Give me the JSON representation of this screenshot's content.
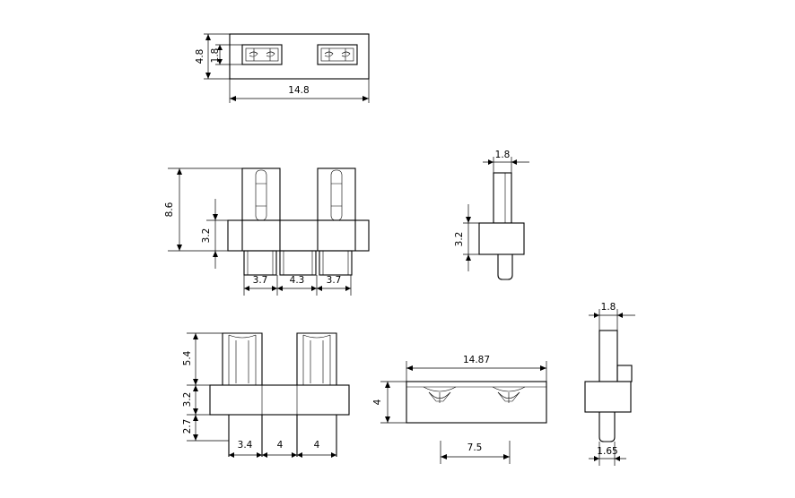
{
  "drawing": {
    "top_view": {
      "height_total": "4.8",
      "height_slot": "1.8",
      "width": "14.8"
    },
    "front_view": {
      "height_total": "8.6",
      "height_base": "3.2",
      "pitch_left": "3.7",
      "pitch_mid": "4.3",
      "pitch_right": "3.7"
    },
    "side_view": {
      "width_top": "1.8",
      "height_base": "3.2"
    },
    "bottom_front_view": {
      "height_top": "5.4",
      "height_mid": "3.2",
      "height_bottom": "2.7",
      "pitch_a": "3.4",
      "pitch_b": "4",
      "pitch_c": "4"
    },
    "bottom_plan_view": {
      "width": "14.87",
      "height": "4",
      "pin_spacing": "7.5"
    },
    "bottom_side_view": {
      "width_top": "1.8",
      "width_bottom": "1.65"
    }
  }
}
